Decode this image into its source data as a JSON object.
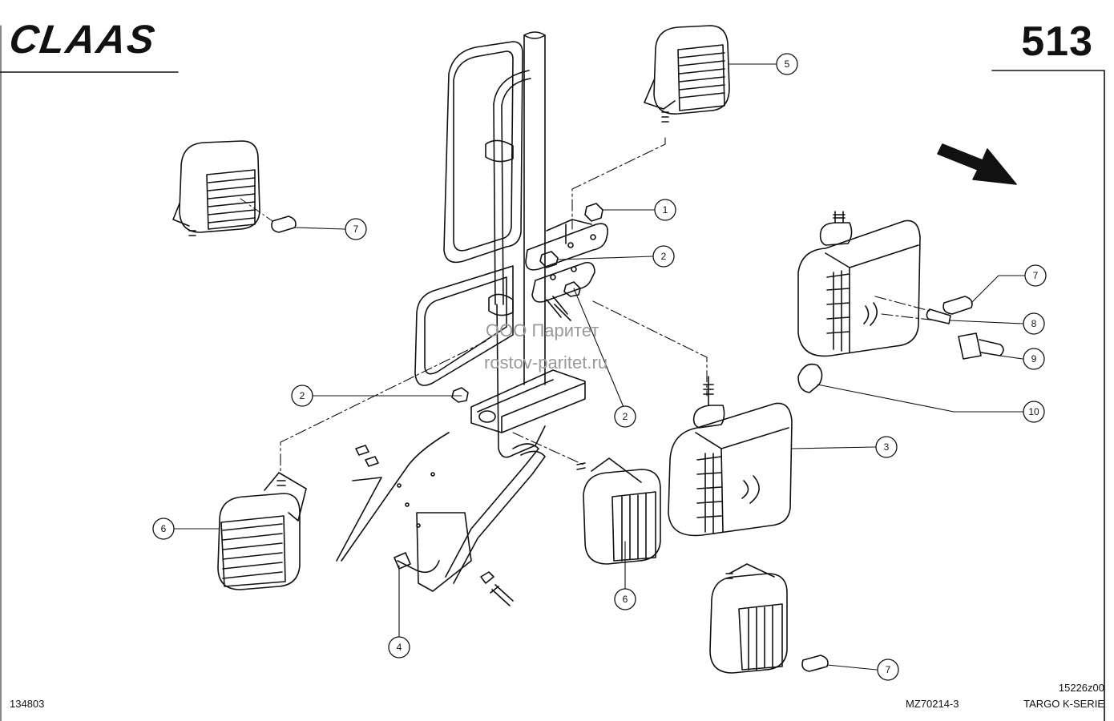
{
  "header": {
    "brand": "CLAAS",
    "page_number": "513"
  },
  "watermark": {
    "line1": "ООО Паритет",
    "line2": "rostov-paritet.ru"
  },
  "callouts": [
    {
      "id": "c1",
      "label": "1"
    },
    {
      "id": "c2a",
      "label": "2"
    },
    {
      "id": "c2b",
      "label": "2"
    },
    {
      "id": "c2c",
      "label": "2"
    },
    {
      "id": "c3",
      "label": "3"
    },
    {
      "id": "c4",
      "label": "4"
    },
    {
      "id": "c5",
      "label": "5"
    },
    {
      "id": "c6a",
      "label": "6"
    },
    {
      "id": "c6b",
      "label": "6"
    },
    {
      "id": "c7a",
      "label": "7"
    },
    {
      "id": "c7b",
      "label": "7"
    },
    {
      "id": "c7c",
      "label": "7"
    },
    {
      "id": "c8",
      "label": "8"
    },
    {
      "id": "c9",
      "label": "9"
    },
    {
      "id": "c10",
      "label": "10"
    }
  ],
  "footer": {
    "drawing_id": "134803",
    "part_ref": "MZ70214-3",
    "code": "15226z00",
    "series": "TARGO K-SERIE"
  }
}
